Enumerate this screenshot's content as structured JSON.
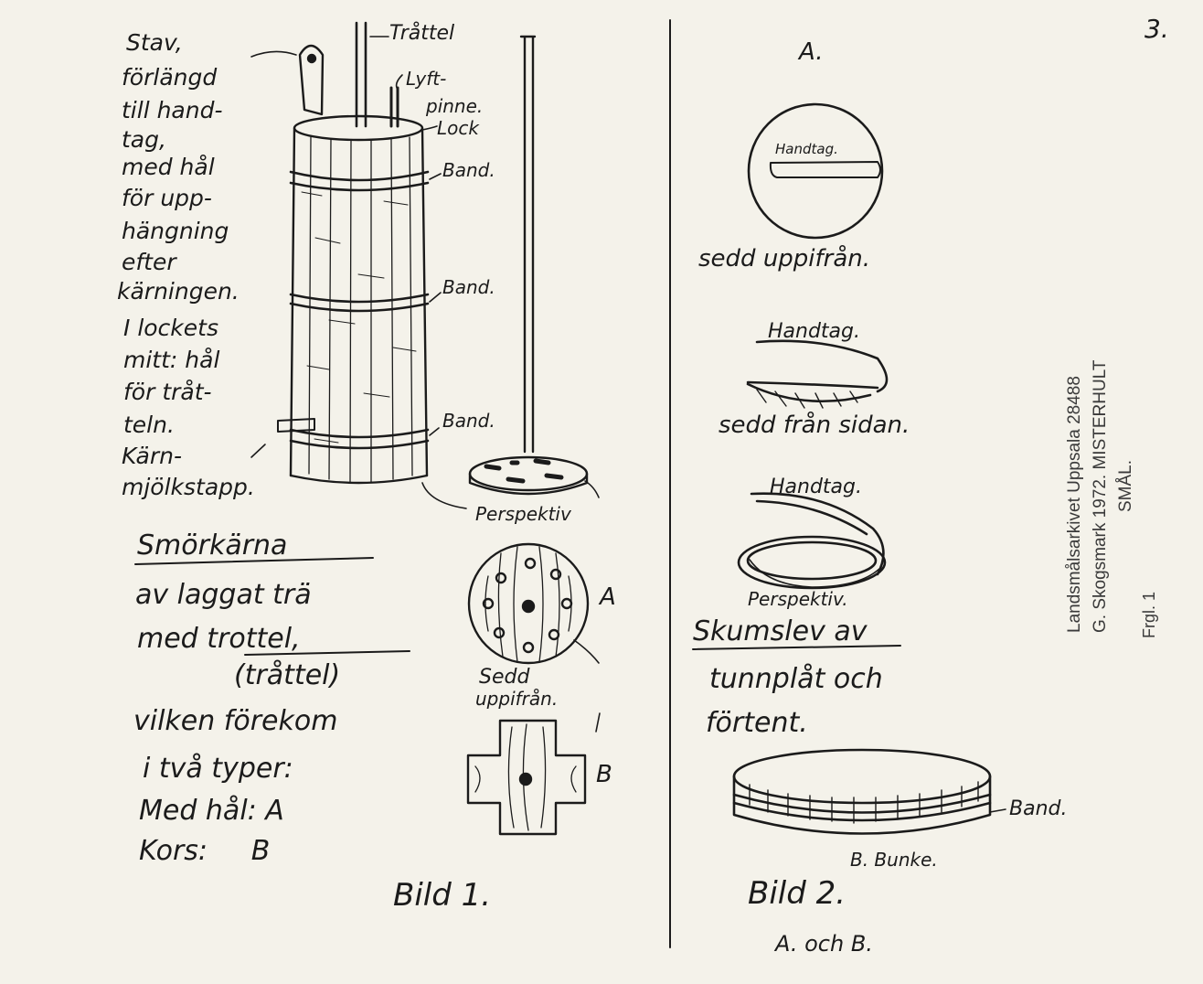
{
  "page_number": "3.",
  "bild1": {
    "desc_lines": [
      "Stav,",
      "förlängd",
      "till hand-",
      "tag,",
      "med hål",
      "för upp-",
      "hängning",
      "efter",
      "kärningen.",
      "I lockets",
      "mitt: hål",
      "för tråt-",
      "teln.",
      "Kärn-",
      "mjölkstapp."
    ],
    "label_trattel": "Tråttel",
    "label_lyftpinne_1": "Lyft-",
    "label_lyftpinne_2": "pinne.",
    "label_lock": "Lock",
    "label_band_1": "Band.",
    "label_band_2": "Band.",
    "label_band_3": "Band.",
    "label_perspektiv": "Perspektiv",
    "title": "Smörkärna",
    "text_lines": [
      "av laggat trä",
      "med trottel,",
      "(tråttel)",
      "vilken förekom",
      "i två typer:",
      "Med hål: A",
      "Kors:     B"
    ],
    "label_A": "A",
    "label_B": "B",
    "sedd_1": "Sedd",
    "sedd_2": "uppifrån.",
    "caption": "Bild 1."
  },
  "bild2": {
    "label_A": "A.",
    "handtag_1": "Handtag.",
    "sedd_uppifran": "sedd uppifrån.",
    "handtag_2": "Handtag.",
    "sedd_sidan": "sedd från sidan.",
    "handtag_3": "Handtag.",
    "perspektiv": "Perspektiv.",
    "text_lines": [
      "Skumslev av",
      "tunnplåt och",
      "förtent."
    ],
    "band": "Band.",
    "bunke": "B. Bunke.",
    "caption": "Bild 2.",
    "caption_sub": "A. och B."
  },
  "archive_stamp": {
    "line1": "Landsmålsarkivet Uppsala 28488",
    "line2": "G. Skogsmark 1972. MISTERHULT",
    "line3": "SMÅL.",
    "frgl": "Frgl. 1"
  }
}
